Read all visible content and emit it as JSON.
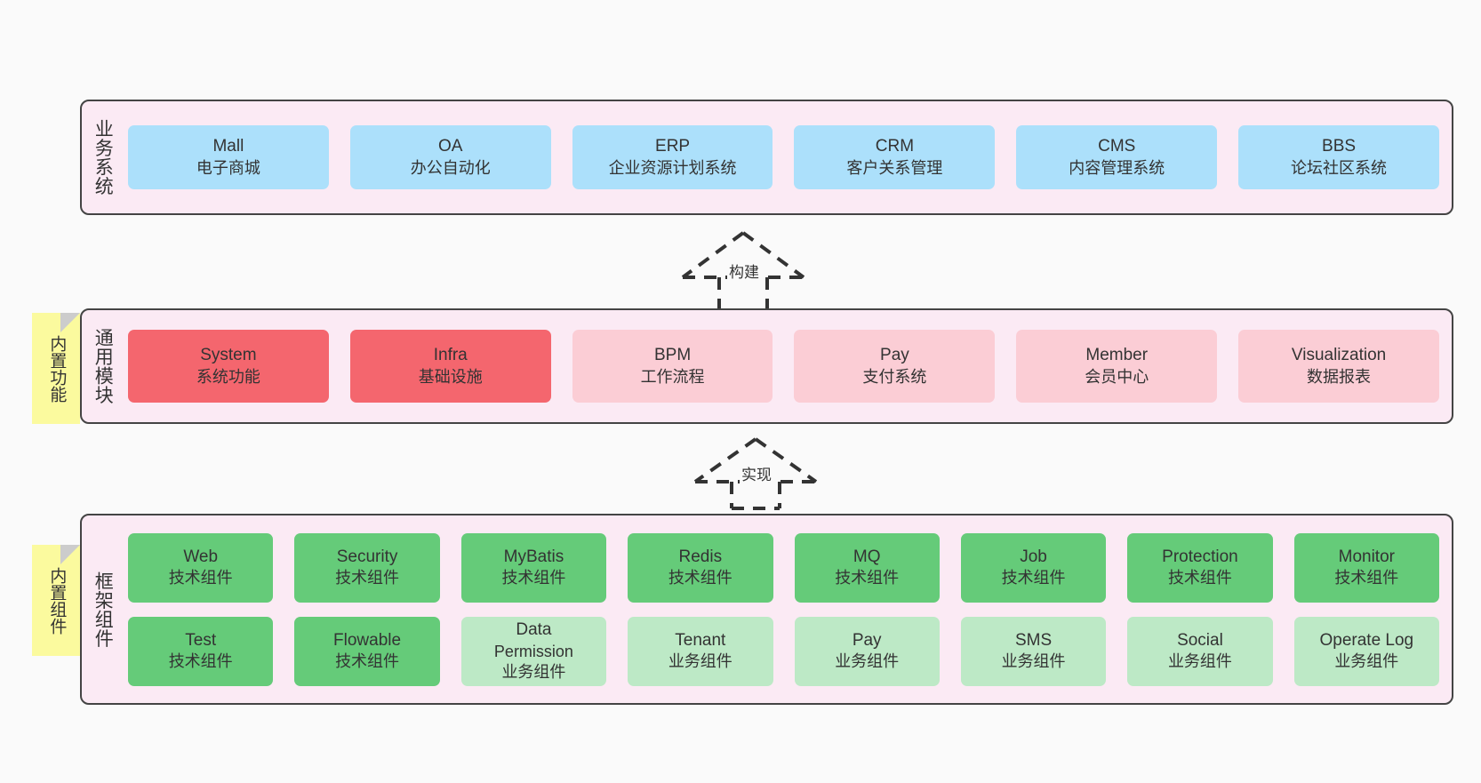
{
  "diagram": {
    "background_color": "#fafafa",
    "layer_fill": "#fbeaf4",
    "note_fill": "#fbfa9e",
    "colors": {
      "business": "#ace0fb",
      "module_core": "#f4666e",
      "module_other": "#fbcdd5",
      "tech_component": "#65cb79",
      "biz_component": "#bde9c6"
    }
  },
  "notes": {
    "module": "内置功能",
    "framework": "内置组件"
  },
  "arrows": {
    "build": "构建",
    "implement": "实现"
  },
  "layers": {
    "business": {
      "title": "业务系统",
      "rows": [
        [
          {
            "name": "Mall",
            "desc": "电子商城"
          },
          {
            "name": "OA",
            "desc": "办公自动化"
          },
          {
            "name": "ERP",
            "desc": "企业资源计划系统"
          },
          {
            "name": "CRM",
            "desc": "客户关系管理"
          },
          {
            "name": "CMS",
            "desc": "内容管理系统"
          },
          {
            "name": "BBS",
            "desc": "论坛社区系统"
          }
        ]
      ]
    },
    "module": {
      "title": "通用模块",
      "rows": [
        [
          {
            "name": "System",
            "desc": "系统功能",
            "variant": "c-red"
          },
          {
            "name": "Infra",
            "desc": "基础设施",
            "variant": "c-red"
          },
          {
            "name": "BPM",
            "desc": "工作流程",
            "variant": "c-pink-light"
          },
          {
            "name": "Pay",
            "desc": "支付系统",
            "variant": "c-pink-light"
          },
          {
            "name": "Member",
            "desc": "会员中心",
            "variant": "c-pink-light"
          },
          {
            "name": "Visualization",
            "desc": "数据报表",
            "variant": "c-pink-light"
          }
        ]
      ]
    },
    "framework": {
      "title": "框架组件",
      "rows": [
        [
          {
            "name": "Web",
            "desc": "技术组件",
            "variant": "c-green"
          },
          {
            "name": "Security",
            "desc": "技术组件",
            "variant": "c-green"
          },
          {
            "name": "MyBatis",
            "desc": "技术组件",
            "variant": "c-green"
          },
          {
            "name": "Redis",
            "desc": "技术组件",
            "variant": "c-green"
          },
          {
            "name": "MQ",
            "desc": "技术组件",
            "variant": "c-green"
          },
          {
            "name": "Job",
            "desc": "技术组件",
            "variant": "c-green"
          },
          {
            "name": "Protection",
            "desc": "技术组件",
            "variant": "c-green"
          },
          {
            "name": "Monitor",
            "desc": "技术组件",
            "variant": "c-green"
          }
        ],
        [
          {
            "name": "Test",
            "desc": "技术组件",
            "variant": "c-green"
          },
          {
            "name": "Flowable",
            "desc": "技术组件",
            "variant": "c-green"
          },
          {
            "name": "Data",
            "name2": "Permission",
            "desc": "业务组件",
            "variant": "c-green-light"
          },
          {
            "name": "Tenant",
            "desc": "业务组件",
            "variant": "c-green-light"
          },
          {
            "name": "Pay",
            "desc": "业务组件",
            "variant": "c-green-light"
          },
          {
            "name": "SMS",
            "desc": "业务组件",
            "variant": "c-green-light"
          },
          {
            "name": "Social",
            "desc": "业务组件",
            "variant": "c-green-light"
          },
          {
            "name": "Operate Log",
            "desc": "业务组件",
            "variant": "c-green-light"
          }
        ]
      ]
    }
  }
}
